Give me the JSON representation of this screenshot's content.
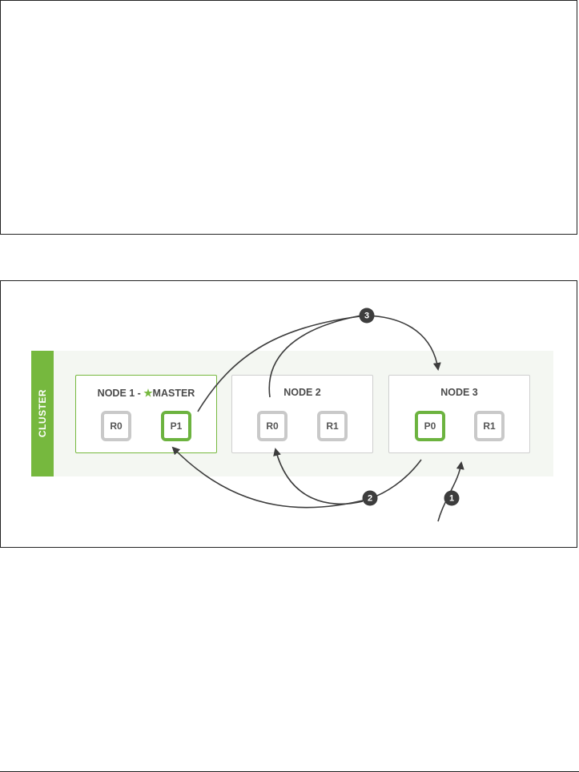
{
  "cluster": {
    "label": "CLUSTER",
    "nodes": [
      {
        "title_prefix": "NODE 1 - ",
        "star_icon": "★",
        "title_suffix": "MASTER",
        "shards": [
          {
            "label": "R0",
            "role": "replica"
          },
          {
            "label": "P1",
            "role": "primary"
          }
        ]
      },
      {
        "title": "NODE 2",
        "shards": [
          {
            "label": "R0",
            "role": "replica"
          },
          {
            "label": "R1",
            "role": "replica"
          }
        ]
      },
      {
        "title": "NODE 3",
        "shards": [
          {
            "label": "P0",
            "role": "primary"
          },
          {
            "label": "R1",
            "role": "replica"
          }
        ]
      }
    ]
  },
  "steps": [
    "1",
    "2",
    "3"
  ],
  "colors": {
    "accent": "#76b83e",
    "primary_border": "#6cb33f",
    "replica_border": "#c9c9c9",
    "node_border": "#cfcfcf",
    "arrow": "#3d3d3d"
  }
}
